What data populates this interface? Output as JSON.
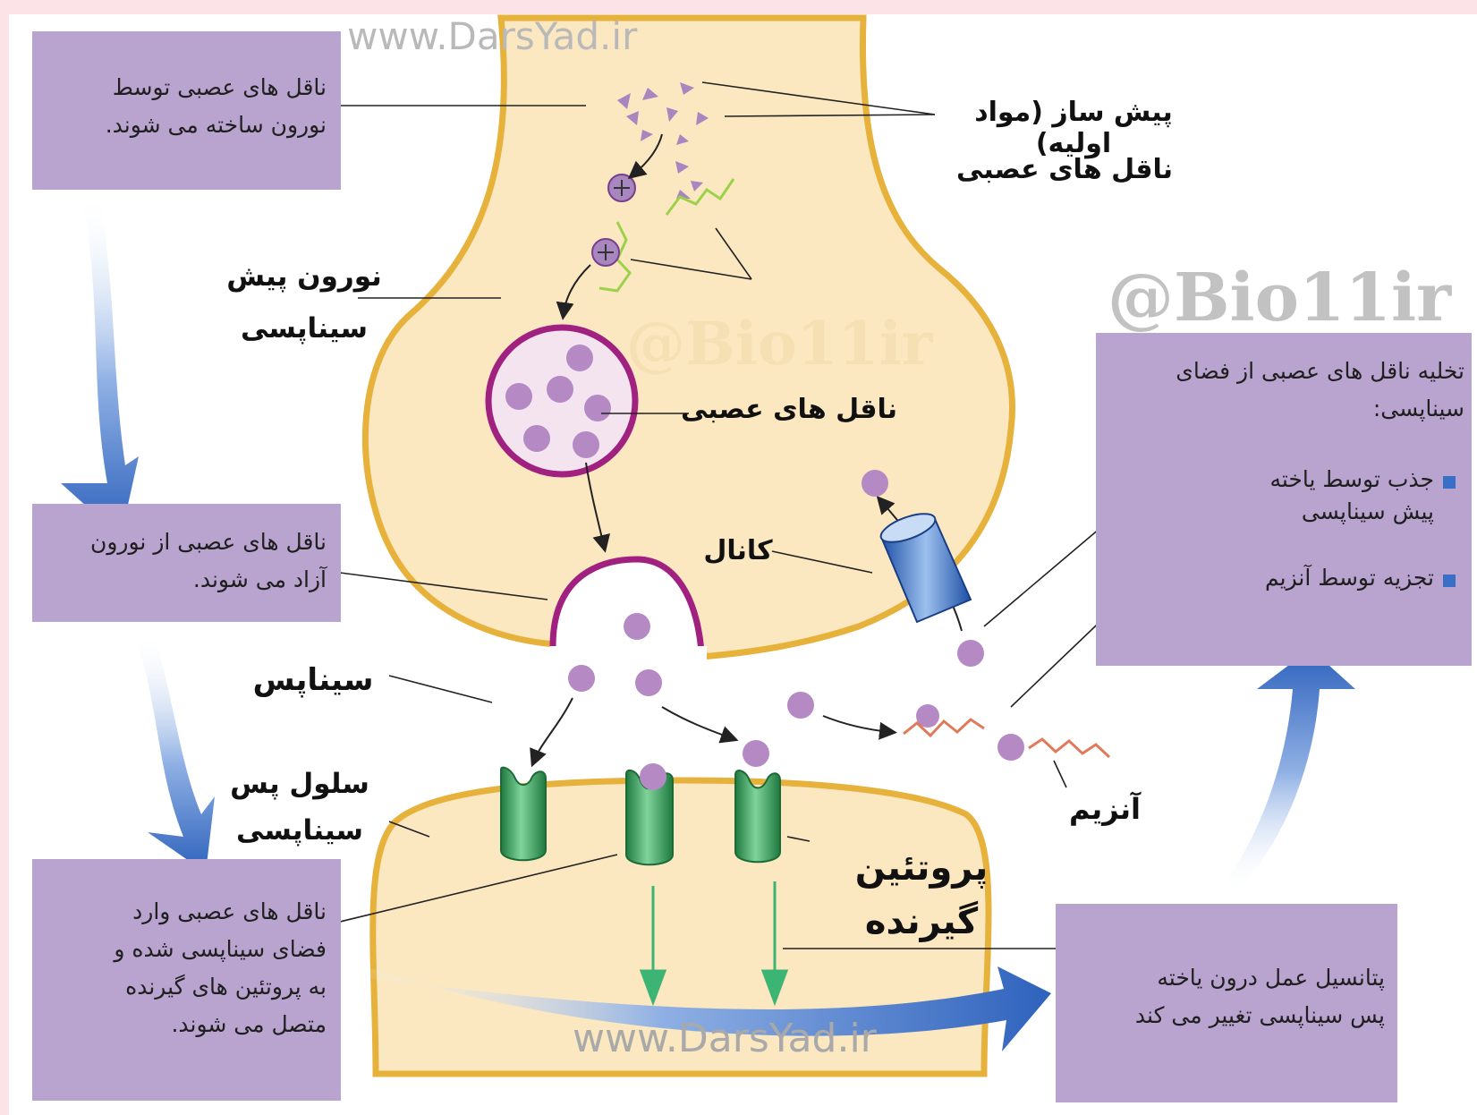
{
  "watermarks": {
    "site_top": "www.DarsYad.ir",
    "site_bottom": "www.DarsYad.ir",
    "handle": "@Bio11ir",
    "handle_center": "@Bio11ir"
  },
  "labels": {
    "precursor": "پیش ساز (مواد اولیه)",
    "neurotransmitters_top": "ناقل های عصبی",
    "presynaptic_neuron": "نورون پیش\nسیناپسی",
    "vesicle_neurotransmitters": "ناقل های عصبی",
    "channel": "کانال",
    "synapse": "سیناپس",
    "postsynaptic_cell": "سلول پس\nسیناپسی",
    "enzyme": "آنزیم",
    "receptor_protein": "پروتئین\nگیرنده"
  },
  "boxes": {
    "made": "ناقل های عصبی توسط\nنورون ساخته می شوند.",
    "released": "ناقل های عصبی از نورون\nآزاد می شوند.",
    "bind": "ناقل های عصبی وارد\nفضای سیناپسی شده و\nبه پروتئین های گیرنده\nمتصل می شوند.",
    "clearance_title": "تخلیه ناقل های عصبی از فضای\nسیناپسی:",
    "clearance_item1": "جذب توسط یاخته\nپیش سیناپسی",
    "clearance_item2": "تجزیه توسط آنزیم",
    "potential": "پتانسیل عمل درون یاخته\nپس سیناپسی تغییر می کند"
  },
  "colors": {
    "box": "#b9a3cf",
    "neuron_fill": "#fbe7c0",
    "neuron_outline": "#e6b23c",
    "molecule": "#b58ac4",
    "vesicle_border": "#a0217f",
    "receptor": "#2f9a58",
    "flow_arrow": "#3d6fc4",
    "channel": "#2f5fb3",
    "enzyme": "#d97a5a"
  }
}
